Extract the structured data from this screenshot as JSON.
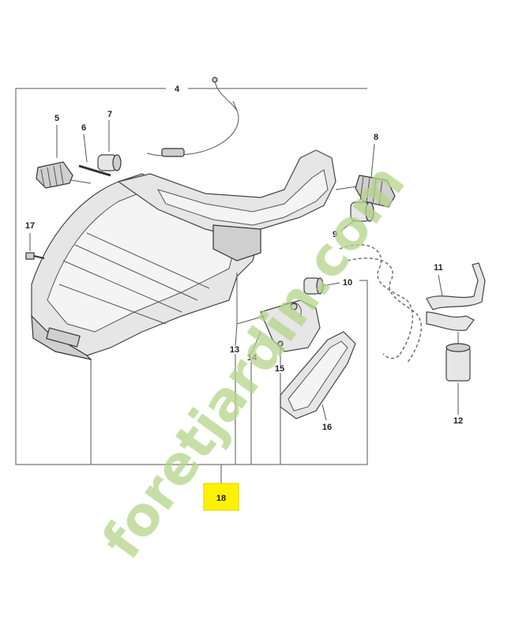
{
  "labels": {
    "l4": "4",
    "l5": "5",
    "l6": "6",
    "l7": "7",
    "l8": "8",
    "l9": "9",
    "l10": "10",
    "l11": "11",
    "l12": "12",
    "l13": "13",
    "l14": "14",
    "l15": "15",
    "l16": "16",
    "l17": "17",
    "l18": "18"
  },
  "watermark": {
    "text": "foretjardin.com",
    "color_orange": "#f4a261",
    "color_green": "#b5d58a"
  },
  "colors": {
    "assembly_highlight": "#fff200",
    "line": "#555555",
    "part_fill": "#e6e6e6"
  }
}
